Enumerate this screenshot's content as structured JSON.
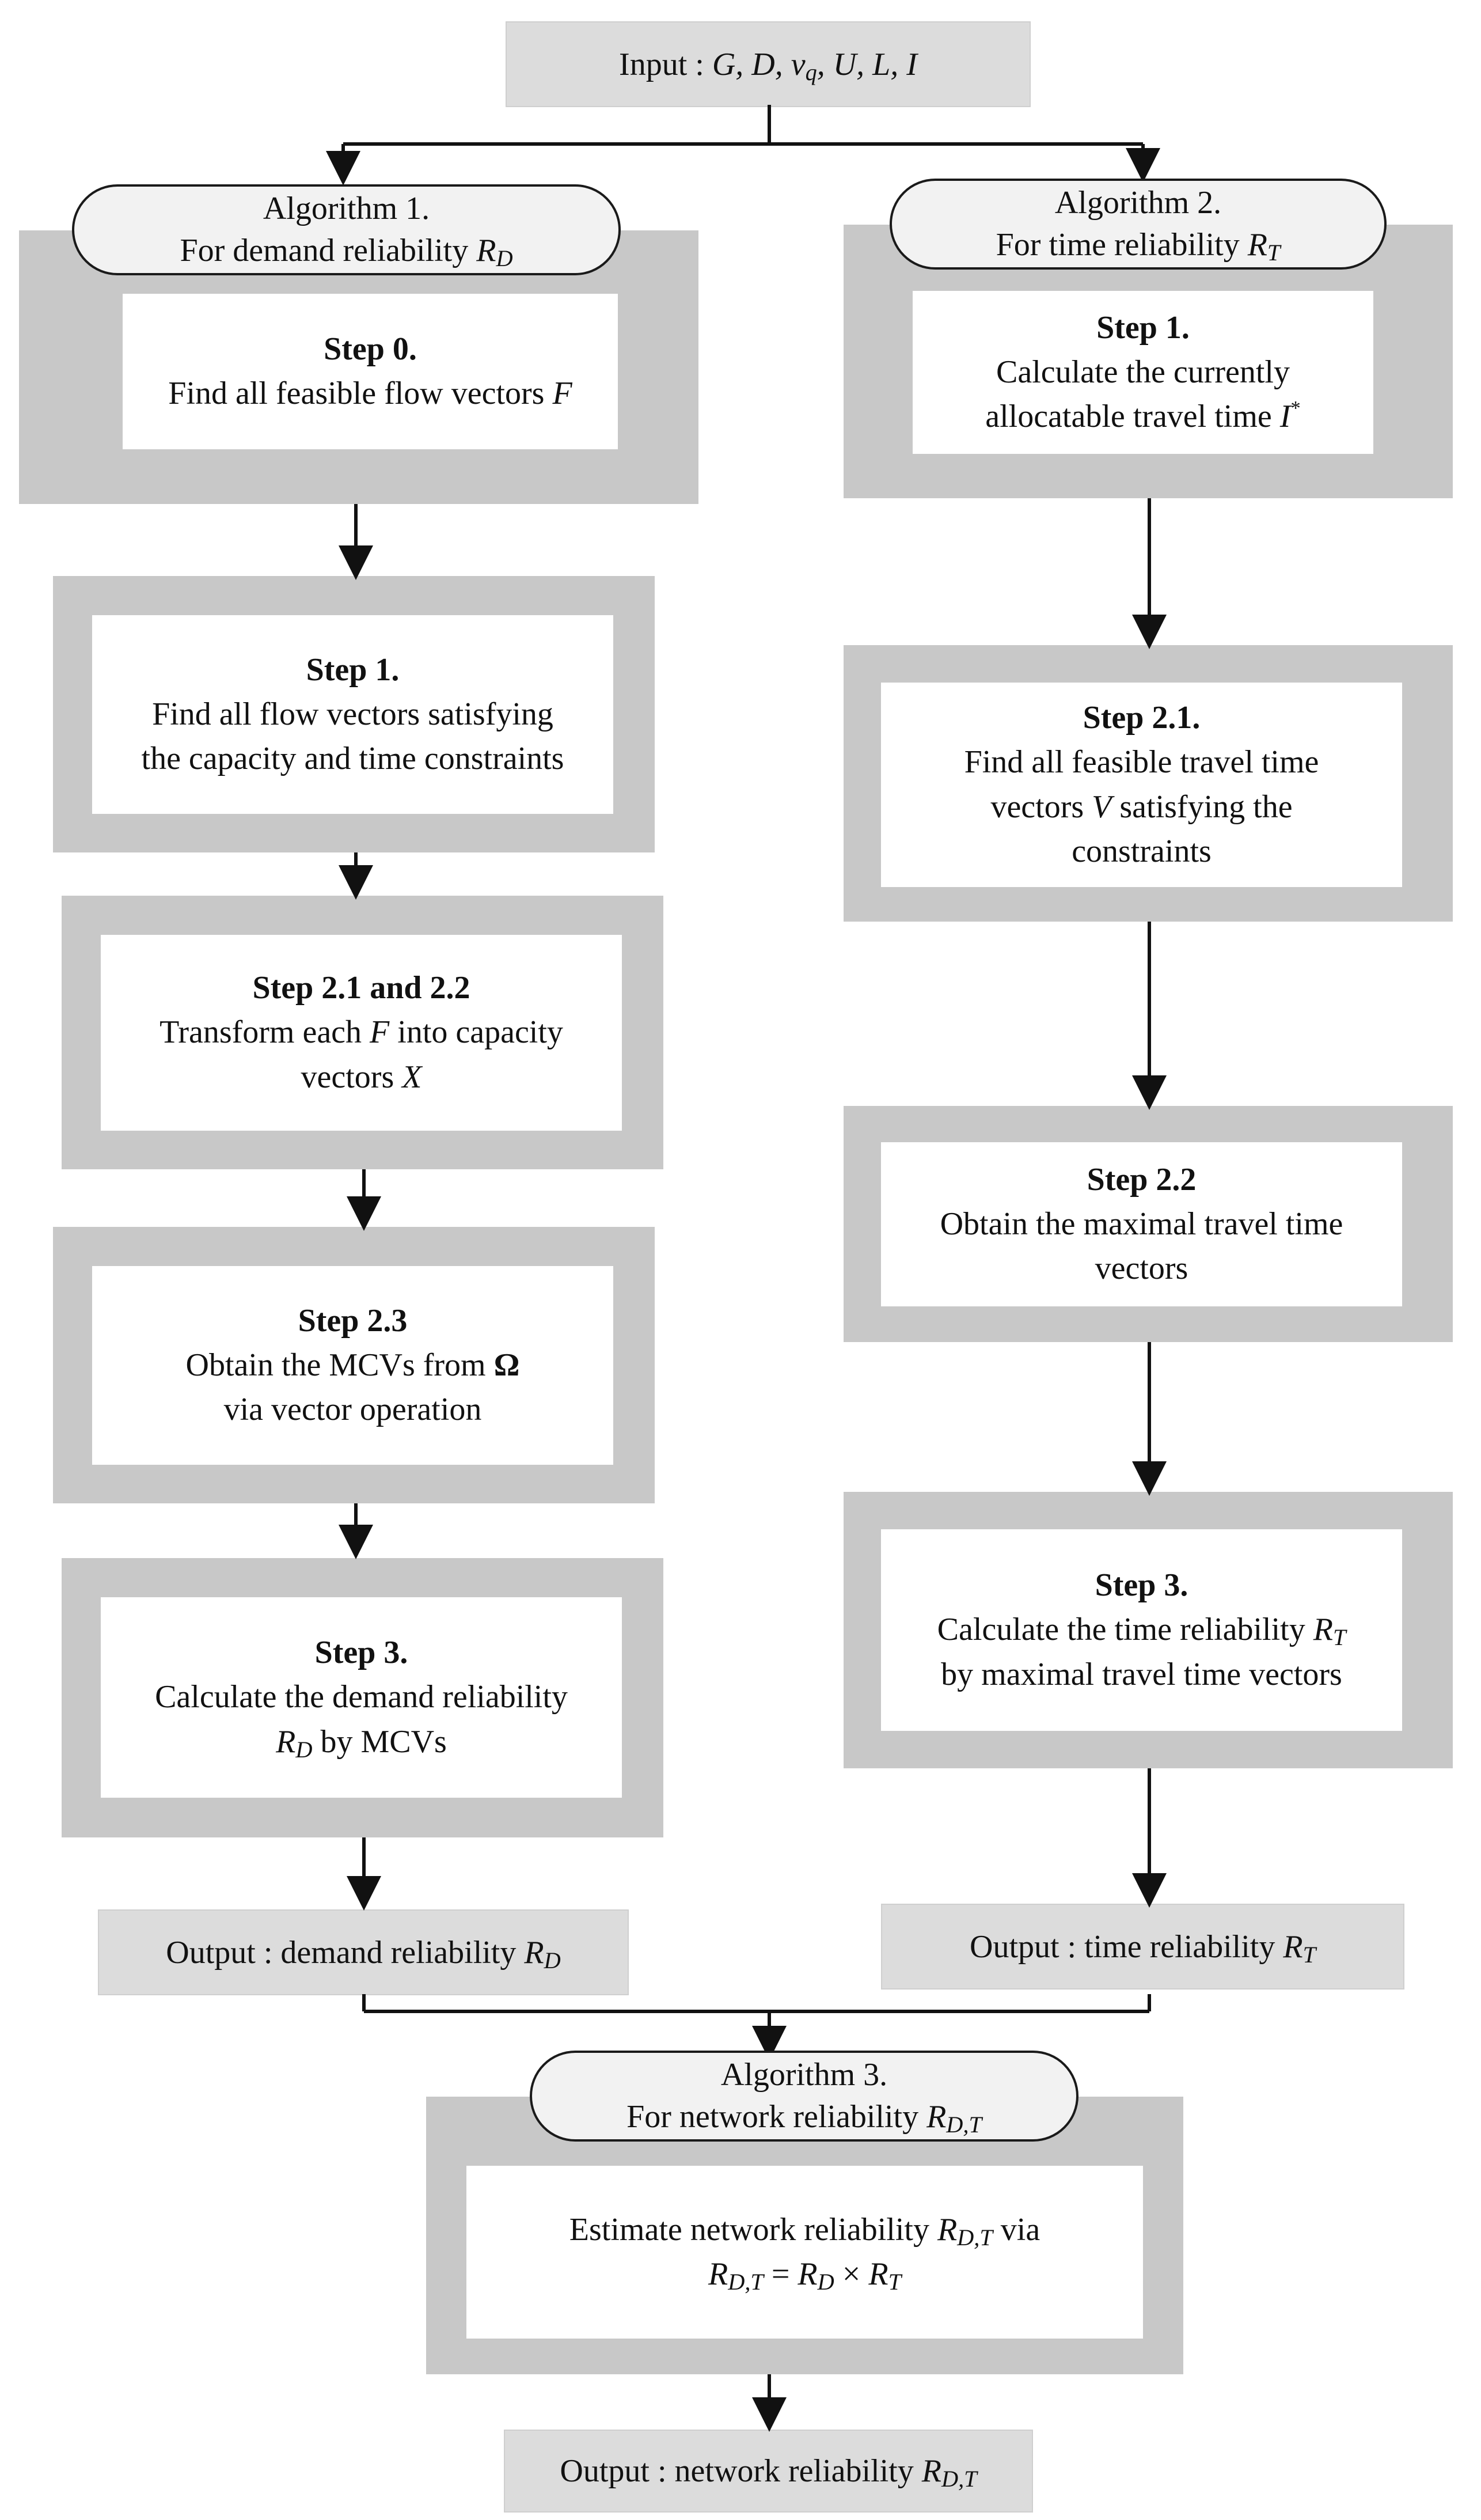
{
  "input": {
    "prefix": "Input : ",
    "vars": "G, D, v",
    "sub": "q",
    "rest": ", U, L, I"
  },
  "alg1": {
    "title": "Algorithm 1.",
    "subtitle": "For demand reliability ",
    "sym": "R",
    "sub": "D",
    "steps": [
      {
        "title": "Step 0.",
        "lines": [
          "Find all feasible flow vectors "
        ],
        "sym": "F"
      },
      {
        "title": "Step 1.",
        "lines": [
          "Find all flow vectors satisfying",
          "the capacity and time constraints"
        ]
      },
      {
        "title": "Step 2.1 and 2.2",
        "line1a": "Transform each ",
        "line1sym": "F",
        "line1b": " into capacity",
        "line2a": "vectors ",
        "line2sym": "X"
      },
      {
        "title": "Step 2.3",
        "line1a": "Obtain the MCVs from ",
        "line1sym": "Ω",
        "line2": "via vector operation"
      },
      {
        "title": "Step 3.",
        "line1": "Calculate the demand reliability",
        "line2sym": "R",
        "line2sub": "D",
        "line2b": " by MCVs"
      }
    ],
    "output": {
      "label": "Output : demand reliability ",
      "sym": "R",
      "sub": "D"
    }
  },
  "alg2": {
    "title": "Algorithm 2.",
    "subtitle": "For time reliability ",
    "sym": "R",
    "sub": "T",
    "steps": [
      {
        "title": "Step 1.",
        "line1": "Calculate the currently",
        "line2a": "allocatable travel time ",
        "line2sym": "I",
        "line2sup": "*"
      },
      {
        "title": "Step 2.1.",
        "line1": "Find all feasible travel time",
        "line2a": "vectors ",
        "line2sym": "V",
        "line2b": " satisfying the",
        "line3": "constraints"
      },
      {
        "title": "Step 2.2",
        "line1": "Obtain the maximal travel time",
        "line2": "vectors"
      },
      {
        "title": "Step 3.",
        "line1a": "Calculate the time reliability ",
        "line1sym": "R",
        "line1sub": "T",
        "line2": "by maximal travel time vectors"
      }
    ],
    "output": {
      "label": "Output : time reliability ",
      "sym": "R",
      "sub": "T"
    }
  },
  "alg3": {
    "title": "Algorithm 3.",
    "subtitle": "For network reliability ",
    "sym": "R",
    "sub": "D,T",
    "body_line1": "Estimate network reliability ",
    "body_sym": "R",
    "body_sub": "D,T",
    "body_via": " via",
    "eq_lhs": "R",
    "eq_lhs_sub": "D,T",
    "eq_mid1": " = ",
    "eq_r1": "R",
    "eq_r1_sub": "D",
    "eq_times": " × ",
    "eq_r2": "R",
    "eq_r2_sub": "T",
    "output": {
      "label": "Output : network reliability ",
      "sym": "R",
      "sub": "D,T"
    }
  }
}
